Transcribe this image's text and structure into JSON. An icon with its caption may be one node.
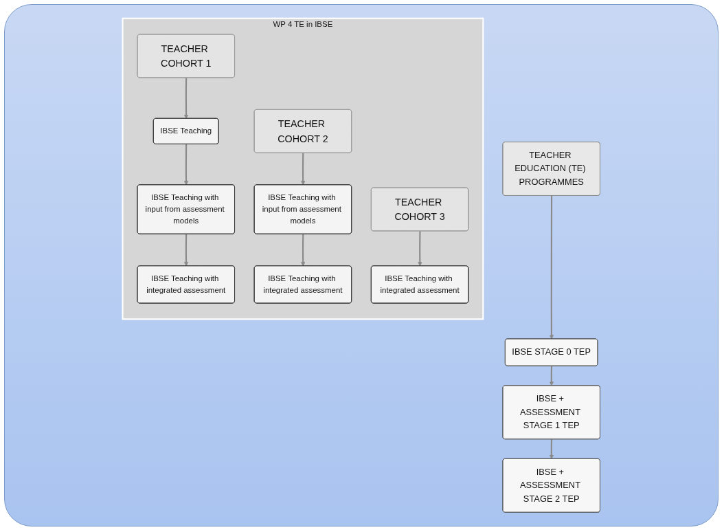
{
  "diagram": {
    "nodes": [
      {
        "text": [
          "TEACHER EDUCATION (TE) PROGRAMMES"
        ]
      },
      {
        "text": [
          "IBSE STAGE 0 TEP"
        ]
      },
      {
        "text": [
          "IBSE + ASSESSMENT STAGE 1 TEP"
        ]
      },
      {
        "text": [
          "IBSE + ASSESSMENT STAGE 2 TEP"
        ]
      },
      {
        "text": [
          "WP 4 TE in IBSE"
        ]
      },
      {
        "text": [
          "TEACHER COHORT 1"
        ],
        "in": 4
      },
      {
        "text": [
          "TEACHER COHORT 2"
        ],
        "in": 4
      },
      {
        "text": [
          "TEACHER COHORT 3"
        ],
        "in": 4
      },
      {
        "text": [
          "IBSE Teaching"
        ],
        "in": 4
      },
      {
        "text": [
          "IBSE Teaching with input from assessment models"
        ],
        "in": 4
      },
      {
        "text": [
          "IBSE Teaching with input from assessment models"
        ],
        "in": 4
      },
      {
        "text": [
          "IBSE Teaching with integrated assessment"
        ],
        "in": 4
      },
      {
        "text": [
          "IBSE Teaching with integrated assessment"
        ],
        "in": 4
      },
      {
        "text": [
          "IBSE Teaching with integrated assessment"
        ],
        "in": 4
      }
    ],
    "edges": [
      {
        "from": 0,
        "to": 1,
        "arrow": "to"
      },
      {
        "from": 1,
        "to": 2,
        "arrow": "to"
      },
      {
        "from": 2,
        "to": 3,
        "arrow": "to"
      },
      {
        "from": 5,
        "to": 8,
        "arrow": "to"
      },
      {
        "from": 8,
        "to": 9,
        "arrow": "to"
      },
      {
        "from": 9,
        "to": 11,
        "arrow": "to"
      },
      {
        "from": 6,
        "to": 10,
        "arrow": "to"
      },
      {
        "from": 10,
        "to": 12,
        "arrow": "to"
      },
      {
        "from": 7,
        "to": 13,
        "arrow": "to"
      }
    ]
  }
}
